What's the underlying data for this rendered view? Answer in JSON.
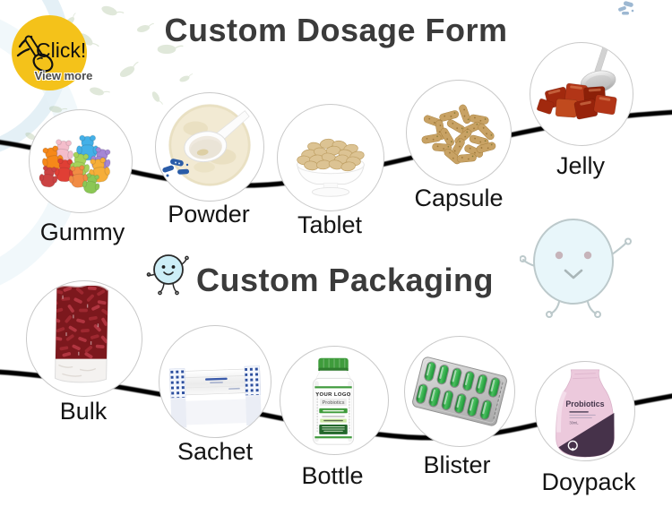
{
  "badge": {
    "label": "Click!",
    "view_more": "View more"
  },
  "dosage": {
    "title": "Custom Dosage Form",
    "items": [
      {
        "label": "Gummy"
      },
      {
        "label": "Powder"
      },
      {
        "label": "Tablet"
      },
      {
        "label": "Capsule"
      },
      {
        "label": "Jelly"
      }
    ]
  },
  "packaging": {
    "title": "Custom Packaging",
    "items": [
      {
        "label": "Bulk"
      },
      {
        "label": "Sachet"
      },
      {
        "label": "Bottle"
      },
      {
        "label": "Blister"
      },
      {
        "label": "Doypack"
      }
    ]
  },
  "bottle_label": {
    "brand": "YOUR LOGO",
    "product": "Probiotics"
  },
  "doypack_label": {
    "product": "Probiotics",
    "volume": "30mL"
  },
  "icons": {
    "badge_icon": "pointing-hand-icon",
    "mascots": "probiotic-ball-mascot",
    "decor": [
      "bacteria-germ-shapes",
      "wavy-connector-line"
    ]
  },
  "colors": {
    "title_text": "#3b3b3b",
    "label_text": "#141414",
    "badge_yellow": "#f4c21a",
    "connector_line": "#000000",
    "mascot_blue": "#cdeef7",
    "bottle_green": "#3f9c3c",
    "doypack_pink": "#ecc9dc",
    "doypack_dark": "#46324a",
    "blister_green": "#2fa344",
    "bulk_red": "#8e2026"
  }
}
